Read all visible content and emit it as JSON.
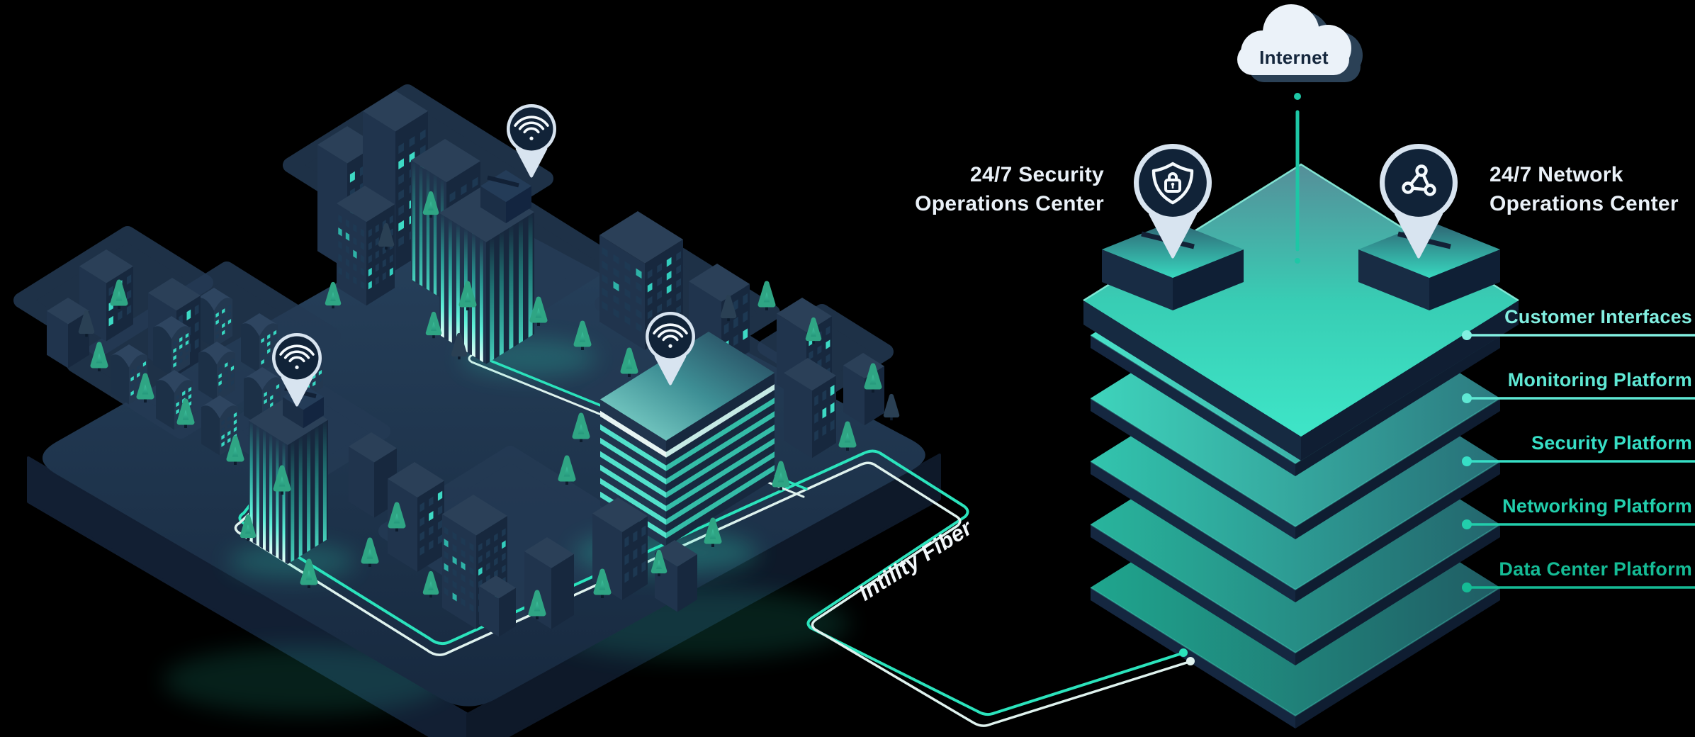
{
  "internet": {
    "label": "Internet",
    "icon": "cloud-icon"
  },
  "soc": {
    "line1": "24/7 Security",
    "line2": "Operations Center",
    "icon": "shield-lock-icon"
  },
  "noc": {
    "line1": "24/7 Network",
    "line2": "Operations Center",
    "icon": "network-nodes-icon"
  },
  "fiber": {
    "label": "Intility Fiber"
  },
  "platform_layers": [
    {
      "label": "Customer Interfaces",
      "color": "#82EFE1",
      "top_bright": "#49E2C9",
      "top_dark": "#2F8389"
    },
    {
      "label": "Monitoring Platform",
      "color": "#5FE8D4",
      "top_bright": "#3ED4BC",
      "top_dark": "#2C7A80"
    },
    {
      "label": "Security Platform",
      "color": "#37DFC6",
      "top_bright": "#32C5AE",
      "top_dark": "#287078"
    },
    {
      "label": "Networking Platform",
      "color": "#22CEAC",
      "top_bright": "#28B59D",
      "top_dark": "#24666E"
    },
    {
      "label": "Data Center Platform",
      "color": "#15BB95",
      "top_bright": "#1FA68E",
      "top_dark": "#205C64"
    }
  ],
  "city": {
    "wifi_pin_icon": "wifi-icon",
    "wifi_pin_count": 3
  },
  "colors": {
    "background": "#000000",
    "accent": "#2BE3BC",
    "line_light": "#DFF2EE",
    "navy_deep": "#101D31",
    "navy": "#16283E",
    "navy_light": "#223A54",
    "pin_shell": "#D8E4F0",
    "pin_core": "#112338",
    "icon_stroke": "#F5FAFD",
    "cloud": "#EBF2F9",
    "cloud_shadow": "#2B4156",
    "internet_line": "#1EC7A6",
    "stack_top_bright": "#3FEACB",
    "stack_top_dark": "#54919A"
  }
}
